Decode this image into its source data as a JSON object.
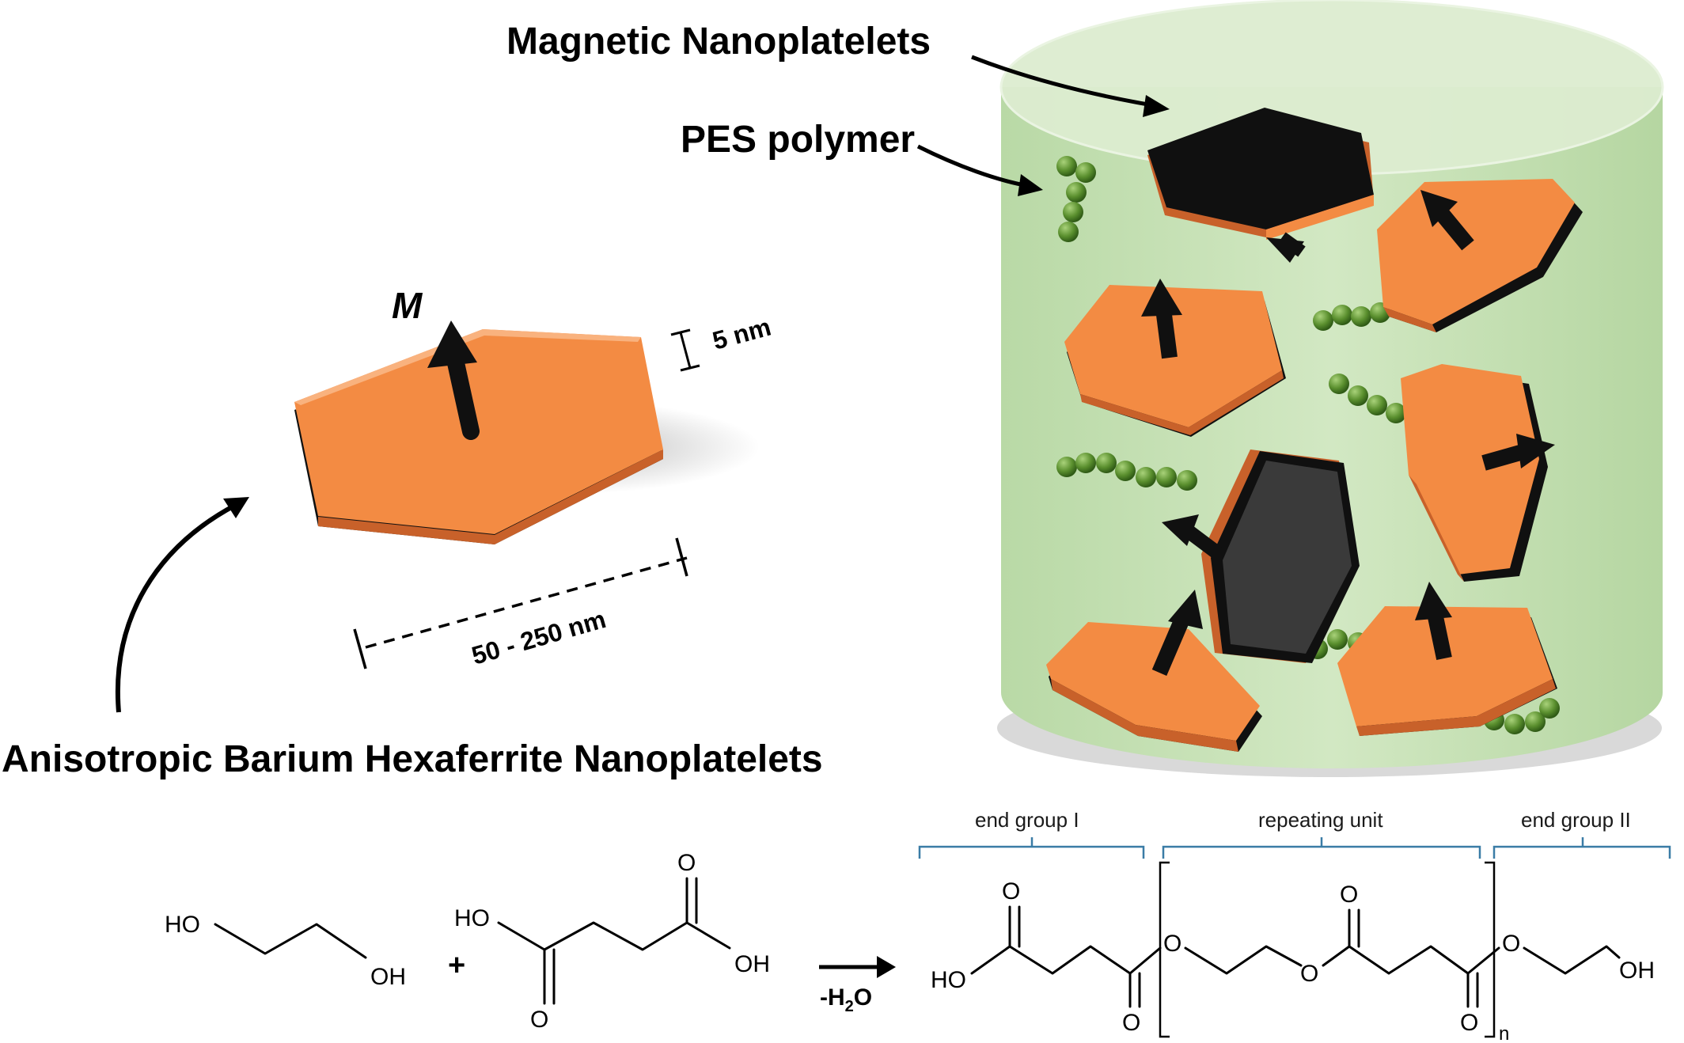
{
  "labels": {
    "magnetic": "Magnetic Nanoplatelets",
    "pes": "PES polymer",
    "moment": "M",
    "thickness": "5 nm",
    "width": "50 - 250 nm",
    "main": "Anisotropic Barium Hexaferrite Nanoplatelets"
  },
  "chem": {
    "ho": "HO",
    "oh": "OH",
    "o": "O",
    "plus": "+",
    "minus_h": "-H",
    "sub2": "2",
    "o_water": "O",
    "n": "n"
  },
  "brackets": {
    "end_group_1": "end group I",
    "repeating": "repeating unit",
    "end_group_2": "end group II"
  },
  "colors": {
    "orange": "#f38b43",
    "black": "#101010",
    "cylinder": "#c5e1b4",
    "bead": "#5a8f2e",
    "bracket": "#3a7ca6"
  }
}
